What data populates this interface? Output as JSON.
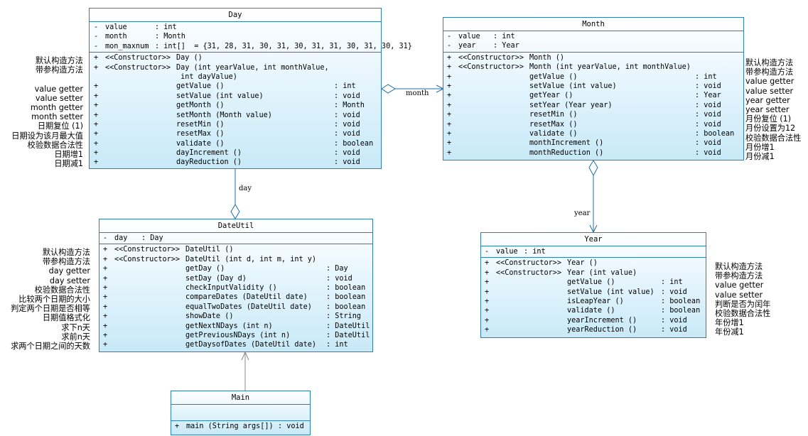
{
  "classes": {
    "day": {
      "name": "Day",
      "attributes": [
        {
          "vis": "-",
          "name": "value",
          "type": ": int"
        },
        {
          "vis": "-",
          "name": "month",
          "type": ": Month"
        },
        {
          "vis": "-",
          "name": "mon_maxnum",
          "type": ": int[]  = {31, 28, 31, 30, 31, 30, 31, 31, 30, 31, 30, 31}"
        }
      ],
      "operations": [
        {
          "vis": "+",
          "stereo": "<<Constructor>>",
          "name": "Day ()",
          "type": ""
        },
        {
          "vis": "+",
          "stereo": "<<Constructor>>",
          "name": "Day (int yearValue, int monthValue,",
          "type": ""
        },
        {
          "vis": "",
          "stereo": "",
          "name": " int dayValue)",
          "type": ""
        },
        {
          "vis": "+",
          "stereo": "",
          "name": "getValue ()",
          "type": ": int"
        },
        {
          "vis": "+",
          "stereo": "",
          "name": "setValue (int value)",
          "type": ": void"
        },
        {
          "vis": "+",
          "stereo": "",
          "name": "getMonth ()",
          "type": ": Month"
        },
        {
          "vis": "+",
          "stereo": "",
          "name": "setMonth (Month value)",
          "type": ": void"
        },
        {
          "vis": "+",
          "stereo": "",
          "name": "resetMin ()",
          "type": ": void"
        },
        {
          "vis": "+",
          "stereo": "",
          "name": "resetMax ()",
          "type": ": void"
        },
        {
          "vis": "+",
          "stereo": "",
          "name": "validate ()",
          "type": ": boolean"
        },
        {
          "vis": "+",
          "stereo": "",
          "name": "dayIncrement ()",
          "type": ": void"
        },
        {
          "vis": "+",
          "stereo": "",
          "name": "dayReduction ()",
          "type": ": void"
        }
      ]
    },
    "month": {
      "name": "Month",
      "attributes": [
        {
          "vis": "-",
          "name": "value",
          "type": ": int"
        },
        {
          "vis": "-",
          "name": "year",
          "type": ": Year"
        }
      ],
      "operations": [
        {
          "vis": "+",
          "stereo": "<<Constructor>>",
          "name": "Month ()",
          "type": ""
        },
        {
          "vis": "+",
          "stereo": "<<Constructor>>",
          "name": "Month (int yearValue, int monthValue)",
          "type": ""
        },
        {
          "vis": "+",
          "stereo": "",
          "name": "getValue ()",
          "type": ": int"
        },
        {
          "vis": "+",
          "stereo": "",
          "name": "setValue (int value)",
          "type": ": void"
        },
        {
          "vis": "+",
          "stereo": "",
          "name": "getYear ()",
          "type": ": Year"
        },
        {
          "vis": "+",
          "stereo": "",
          "name": "setYear (Year year)",
          "type": ": void"
        },
        {
          "vis": "+",
          "stereo": "",
          "name": "resetMin ()",
          "type": ": void"
        },
        {
          "vis": "+",
          "stereo": "",
          "name": "resetMax ()",
          "type": ": void"
        },
        {
          "vis": "+",
          "stereo": "",
          "name": "validate ()",
          "type": ": boolean"
        },
        {
          "vis": "+",
          "stereo": "",
          "name": "monthIncrement ()",
          "type": ": void"
        },
        {
          "vis": "+",
          "stereo": "",
          "name": "monthReduction ()",
          "type": ": void"
        }
      ]
    },
    "year": {
      "name": "Year",
      "attributes": [
        {
          "vis": "-",
          "name": "value",
          "type": ": int"
        }
      ],
      "operations": [
        {
          "vis": "+",
          "stereo": "<<Constructor>>",
          "name": "Year ()",
          "type": ""
        },
        {
          "vis": "+",
          "stereo": "<<Constructor>>",
          "name": "Year (int value)",
          "type": ""
        },
        {
          "vis": "+",
          "stereo": "",
          "name": "getValue ()",
          "type": ": int"
        },
        {
          "vis": "+",
          "stereo": "",
          "name": "setValue (int value)",
          "type": ": void"
        },
        {
          "vis": "+",
          "stereo": "",
          "name": "isLeapYear ()",
          "type": ": boolean"
        },
        {
          "vis": "+",
          "stereo": "",
          "name": "validate ()",
          "type": ": boolean"
        },
        {
          "vis": "+",
          "stereo": "",
          "name": "yearIncrement ()",
          "type": ": void"
        },
        {
          "vis": "+",
          "stereo": "",
          "name": "yearReduction ()",
          "type": ": void"
        }
      ]
    },
    "dateutil": {
      "name": "DateUtil",
      "attributes": [
        {
          "vis": "-",
          "name": "day",
          "type": ": Day"
        }
      ],
      "operations": [
        {
          "vis": "+",
          "stereo": "<<Constructor>>",
          "name": "DateUtil ()",
          "type": ""
        },
        {
          "vis": "+",
          "stereo": "<<Constructor>>",
          "name": "DateUtil (int d, int m, int y)",
          "type": ""
        },
        {
          "vis": "+",
          "stereo": "",
          "name": "getDay ()",
          "type": ": Day"
        },
        {
          "vis": "+",
          "stereo": "",
          "name": "setDay (Day d)",
          "type": ": void"
        },
        {
          "vis": "+",
          "stereo": "",
          "name": "checkInputValidity ()",
          "type": ": boolean"
        },
        {
          "vis": "+",
          "stereo": "",
          "name": "compareDates (DateUtil date)",
          "type": ": boolean"
        },
        {
          "vis": "+",
          "stereo": "",
          "name": "equalTwoDates (DateUtil date)",
          "type": ": boolean"
        },
        {
          "vis": "+",
          "stereo": "",
          "name": "showDate ()",
          "type": ": String"
        },
        {
          "vis": "+",
          "stereo": "",
          "name": "getNextNDays (int n)",
          "type": ": DateUtil"
        },
        {
          "vis": "+",
          "stereo": "",
          "name": "getPreviousNDays (int n)",
          "type": ": DateUtil"
        },
        {
          "vis": "+",
          "stereo": "",
          "name": "getDaysofDates (DateUtil date)",
          "type": ": int"
        }
      ]
    },
    "main": {
      "name": "Main",
      "operations": [
        {
          "vis": "+",
          "name": "main (String args[])",
          "type": ": void"
        }
      ]
    }
  },
  "notes": {
    "day": [
      "默认构造方法",
      "带参构造方法",
      "",
      "value getter",
      "value setter",
      "month getter",
      "month setter",
      "日期复位 (1)",
      "日期设为该月最大值",
      "校验数据合法性",
      "日期增1",
      "日期减1"
    ],
    "month": [
      "默认构造方法",
      "带参构造方法",
      "value getter",
      "value setter",
      "year getter",
      "year setter",
      "月份复位 (1)",
      "月份设置为12",
      "校验数据合法性",
      "月份增1",
      "月份减1"
    ],
    "dateutil": [
      "默认构造方法",
      "带参构造方法",
      "day getter",
      "day setter",
      "校验数据合法性",
      "比较两个日期的大小",
      "判定两个日期是否相等",
      "日期值格式化",
      "求下n天",
      "求前n天",
      "求两个日期之间的天数"
    ],
    "year": [
      "默认构造方法",
      "带参构造方法",
      "value getter",
      "value setter",
      "判断是否为闰年",
      "校验数据合法性",
      "年份增1",
      "年份减1"
    ]
  },
  "associations": {
    "day_month": "month",
    "dateutil_day": "day",
    "month_year": "year"
  }
}
